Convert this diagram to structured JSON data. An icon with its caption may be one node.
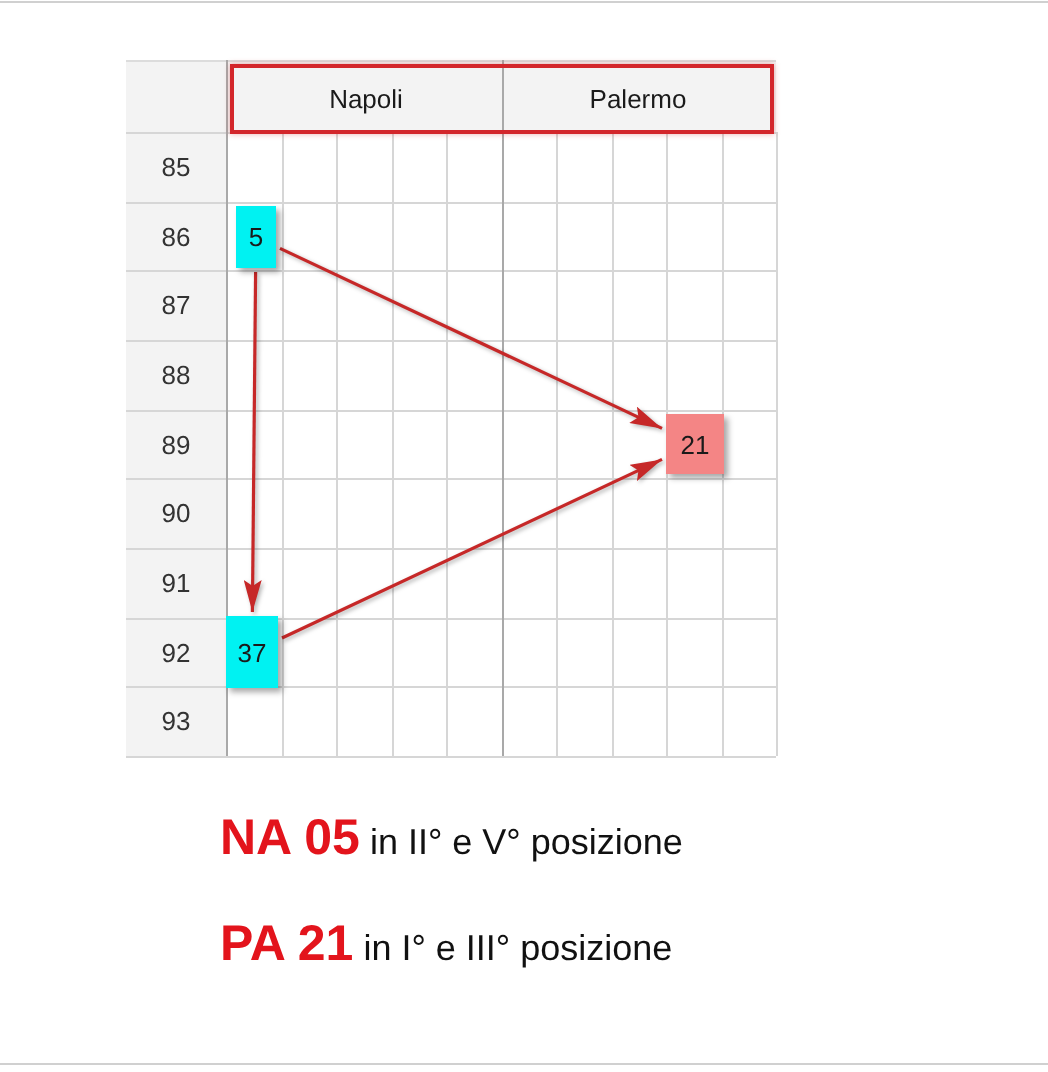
{
  "diagram": {
    "nodes": [
      {
        "text": [
          "Napoli",
          "Palermo"
        ]
      },
      {
        "text": [
          "5"
        ]
      },
      {
        "text": [
          "21"
        ]
      },
      {
        "text": [
          "37"
        ]
      }
    ],
    "edges": [
      {
        "from": 1,
        "to": 2,
        "arrow": "to"
      },
      {
        "from": 1,
        "to": 3,
        "arrow": "to"
      },
      {
        "from": 3,
        "to": 2,
        "arrow": "to"
      }
    ],
    "labels": [
      "85",
      "86",
      "87",
      "88",
      "89",
      "90",
      "91",
      "92",
      "93",
      "**NA 05** in II° e V° posizione",
      "**PA 21** in I° e III° posizione"
    ]
  }
}
